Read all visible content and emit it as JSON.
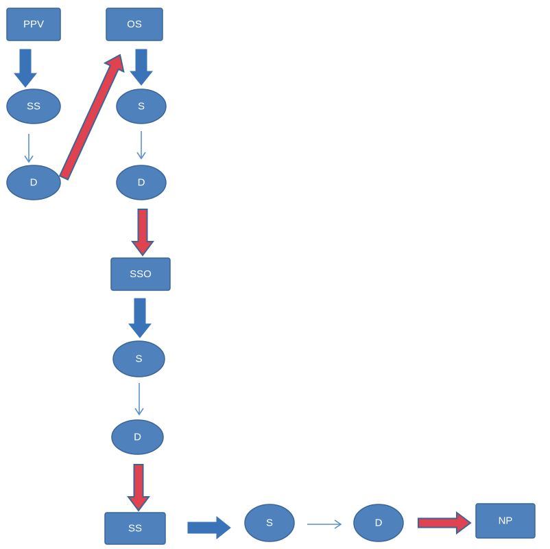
{
  "diagram": {
    "colors": {
      "node_fill": "#4f81bd",
      "node_stroke": "#3a6596",
      "blue_arrow": "#3a73b8",
      "red_arrow": "#e0434f",
      "red_arrow_stroke": "#3a6596",
      "thin_arrow": "#5a8fcc",
      "text": "#ffffff"
    },
    "nodes": [
      {
        "id": "ppv",
        "label": "PPV",
        "shape": "rect"
      },
      {
        "id": "ss1",
        "label": "SS",
        "shape": "ellipse"
      },
      {
        "id": "d1",
        "label": "D",
        "shape": "ellipse"
      },
      {
        "id": "os",
        "label": "OS",
        "shape": "rect"
      },
      {
        "id": "s1",
        "label": "S",
        "shape": "ellipse"
      },
      {
        "id": "d2",
        "label": "D",
        "shape": "ellipse"
      },
      {
        "id": "sso",
        "label": "SSO",
        "shape": "rect"
      },
      {
        "id": "s2",
        "label": "S",
        "shape": "ellipse"
      },
      {
        "id": "d3",
        "label": "D",
        "shape": "ellipse"
      },
      {
        "id": "ss2",
        "label": "SS",
        "shape": "rect"
      },
      {
        "id": "s3",
        "label": "S",
        "shape": "ellipse"
      },
      {
        "id": "d4",
        "label": "D",
        "shape": "ellipse"
      },
      {
        "id": "np",
        "label": "NP",
        "shape": "rect"
      }
    ],
    "edges": [
      {
        "from": "ppv",
        "to": "ss1",
        "style": "blue-thick"
      },
      {
        "from": "ss1",
        "to": "d1",
        "style": "thin"
      },
      {
        "from": "d1",
        "to": "os",
        "style": "red-thick"
      },
      {
        "from": "os",
        "to": "s1",
        "style": "blue-thick"
      },
      {
        "from": "s1",
        "to": "d2",
        "style": "thin"
      },
      {
        "from": "d2",
        "to": "sso",
        "style": "red-thick"
      },
      {
        "from": "sso",
        "to": "s2",
        "style": "blue-thick"
      },
      {
        "from": "s2",
        "to": "d3",
        "style": "thin"
      },
      {
        "from": "d3",
        "to": "ss2",
        "style": "red-thick"
      },
      {
        "from": "ss2",
        "to": "s3",
        "style": "blue-thick"
      },
      {
        "from": "s3",
        "to": "d4",
        "style": "thin"
      },
      {
        "from": "d4",
        "to": "np",
        "style": "red-thick"
      }
    ]
  }
}
